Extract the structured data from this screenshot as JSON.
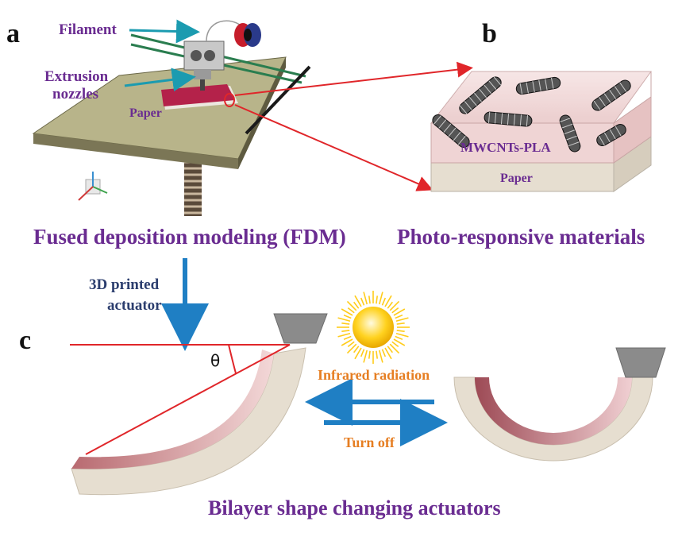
{
  "panels": {
    "a": "a",
    "b": "b",
    "c": "c"
  },
  "panel_a": {
    "filament_label": "Filament",
    "extrusion_label_line1": "Extrusion",
    "extrusion_label_line2": "nozzles",
    "paper_label": "Paper",
    "caption": "Fused deposition modeling (FDM)"
  },
  "panel_b": {
    "composite_label": "MWCNTs-PLA",
    "paper_label": "Paper",
    "caption": "Photo-responsive materials"
  },
  "transition": {
    "line1": "3D printed",
    "line2": "actuator"
  },
  "panel_c": {
    "angle_symbol": "θ",
    "stimulus_on": "Infrared  radiation",
    "stimulus_off": "Turn off",
    "caption": "Bilayer shape changing actuators"
  },
  "colors": {
    "purple_text": "#6a2c91",
    "orange_text": "#e67e22",
    "arrow_blue": "#1f7fc4",
    "guide_red": "#e0262a",
    "pla_pink": "#c97a7f",
    "paper_beige": "#e6ded0",
    "sun_yellow": "#ffcc1a",
    "build_plate": "#b8b48a"
  }
}
